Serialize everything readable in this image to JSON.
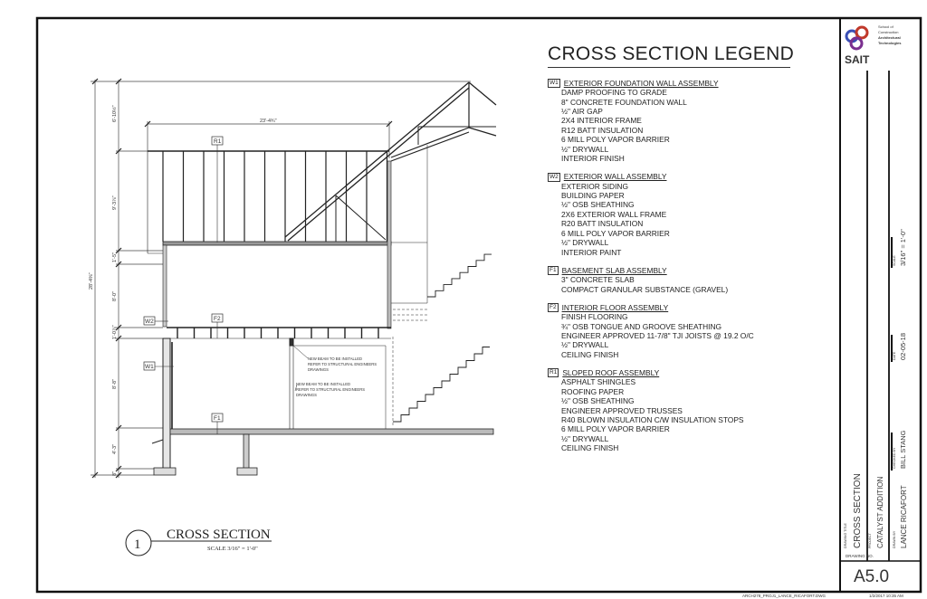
{
  "legend": {
    "title": "CROSS SECTION LEGEND",
    "sections": [
      {
        "tag": "W1",
        "title": "EXTERIOR FOUNDATION WALL ASSEMBLY",
        "items": [
          "DAMP PROOFING TO GRADE",
          "8\" CONCRETE FOUNDATION WALL",
          "½\" AIR GAP",
          "2X4 INTERIOR FRAME",
          "R12 BATT INSULATION",
          "6 MILL POLY VAPOR BARRIER",
          "½\" DRYWALL",
          "INTERIOR FINISH"
        ]
      },
      {
        "tag": "W2",
        "title": "EXTERIOR WALL ASSEMBLY",
        "items": [
          "EXTERIOR SIDING",
          "BUILDING PAPER",
          "½\" OSB SHEATHING",
          "2X6 EXTERIOR WALL FRAME",
          "R20 BATT INSULATION",
          "6 MILL POLY VAPOR BARRIER",
          "½\" DRYWALL",
          "INTERIOR PAINT"
        ]
      },
      {
        "tag": "F1",
        "title": "BASEMENT SLAB ASSEMBLY",
        "items": [
          "3\" CONCRETE SLAB",
          "COMPACT GRANULAR SUBSTANCE (GRAVEL)"
        ]
      },
      {
        "tag": "F2",
        "title": "INTERIOR FLOOR ASSEMBLY",
        "items": [
          "FINISH FLOORING",
          "¾\" OSB TONGUE AND GROOVE SHEATHING",
          "ENGINEER APPROVED 11-7/8\" TJI JOISTS @ 19.2 O/C",
          "½\" DRYWALL",
          "CEILING FINISH"
        ]
      },
      {
        "tag": "R1",
        "title": "SLOPED ROOF ASSEMBLY",
        "items": [
          "ASPHALT SHINGLES",
          "ROOFING PAPER",
          "½\" OSB SHEATHING",
          "ENGINEER APPROVED TRUSSES",
          "R40 BLOWN INSULATION C/W INSULATION STOPS",
          "6 MILL POLY VAPOR BARRIER",
          "½\" DRYWALL",
          "CEILING FINISH"
        ]
      }
    ]
  },
  "drawing": {
    "tags": {
      "r1": "R1",
      "f2": "F2",
      "w2": "W2",
      "w1": "W1",
      "f1": "F1"
    },
    "dimensions": {
      "total": "28'-4⅜\"",
      "top": "6'-10½\"",
      "roof": "9'-3⅞\"",
      "attic_floor": "1'-5\"",
      "main_wall": "8'-0\"",
      "floor": "1'-0⅞\"",
      "basement": "8'-8\"",
      "footing": "4'-3\"",
      "base": "8\"",
      "width": "23'-4¾\""
    },
    "notes": [
      "NEW BEAM TO BE INSTALLED",
      "REFER TO STRUCTURAL ENGINEERS",
      "DRAWINGS"
    ],
    "view_number": "1",
    "view_title": "CROSS SECTION",
    "view_scale": "SCALE 3/16\" = 1'-0\""
  },
  "title_block": {
    "logo_text": "SAIT",
    "school_lines": [
      "School of",
      "Construction",
      "Architectural",
      "Technologies"
    ],
    "scale_label": "SCALE",
    "scale_value": "3/16\" = 1'-0\"",
    "date_label": "DATE",
    "date_value": "02-05-18",
    "checked_label": "CHECKED BY",
    "checked_value": "BILL STANG",
    "drawing_title_label": "DRAWING TITLE",
    "drawing_title_value": "CROSS SECTION",
    "project_label": "PROJECT",
    "project_value": "CATALYST ADDITION",
    "drawn_label": "DRAWN BY",
    "drawn_value": "LANCE RICAFORT",
    "drawing_no_label": "DRAWING NO.",
    "drawing_no_value": "A5.0"
  },
  "footer": {
    "filename": "ARCH278_PROJ1_LANCE_RICAFORT.DWG",
    "timestamp": "1/2/2017 10:35 AM"
  }
}
